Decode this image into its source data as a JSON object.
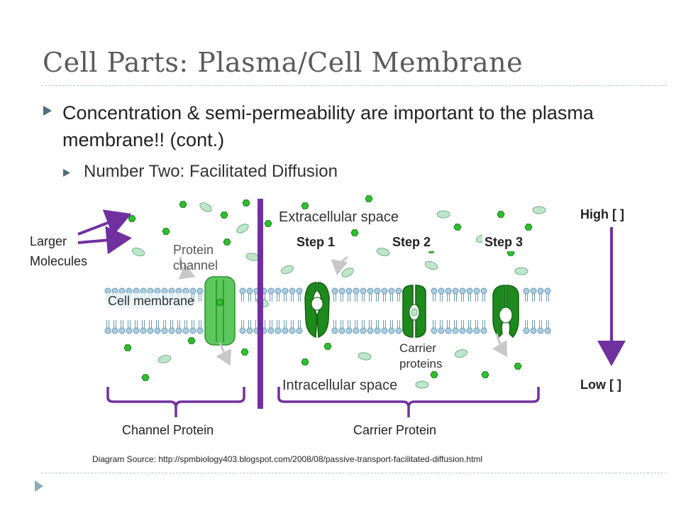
{
  "slide": {
    "title": "Cell Parts: Plasma/Cell Membrane",
    "bullet_main": "Concentration & semi-permeability are important to the plasma membrane!! (cont.)",
    "bullet_sub": "Number Two: Facilitated Diffusion"
  },
  "diagram": {
    "extracellular_label": "Extracellular space",
    "intracellular_label": "Intracellular space",
    "cell_membrane_label": "Cell membrane",
    "protein_channel_label_1": "Protein",
    "protein_channel_label_2": "channel",
    "carrier_label_1": "Carrier",
    "carrier_label_2": "proteins",
    "step1": "Step 1",
    "step2": "Step 2",
    "step3": "Step 3",
    "larger_molecules_line1": "Larger",
    "larger_molecules_line2": "Molecules",
    "high": "High [  ]",
    "low": "Low [  ]",
    "channel_protein": "Channel Protein",
    "carrier_protein": "Carrier Protein",
    "source": "Diagram Source: http://spmbiology403.blogspot.com/2008/08/passive-transport-facilitated-diffusion.html"
  },
  "colors": {
    "purple": "#7030a0",
    "green_dark": "#1e8a1e",
    "green_light": "#5cc75c",
    "oval_fill": "#bfe6cc",
    "membrane_blue": "#a9cde0"
  }
}
